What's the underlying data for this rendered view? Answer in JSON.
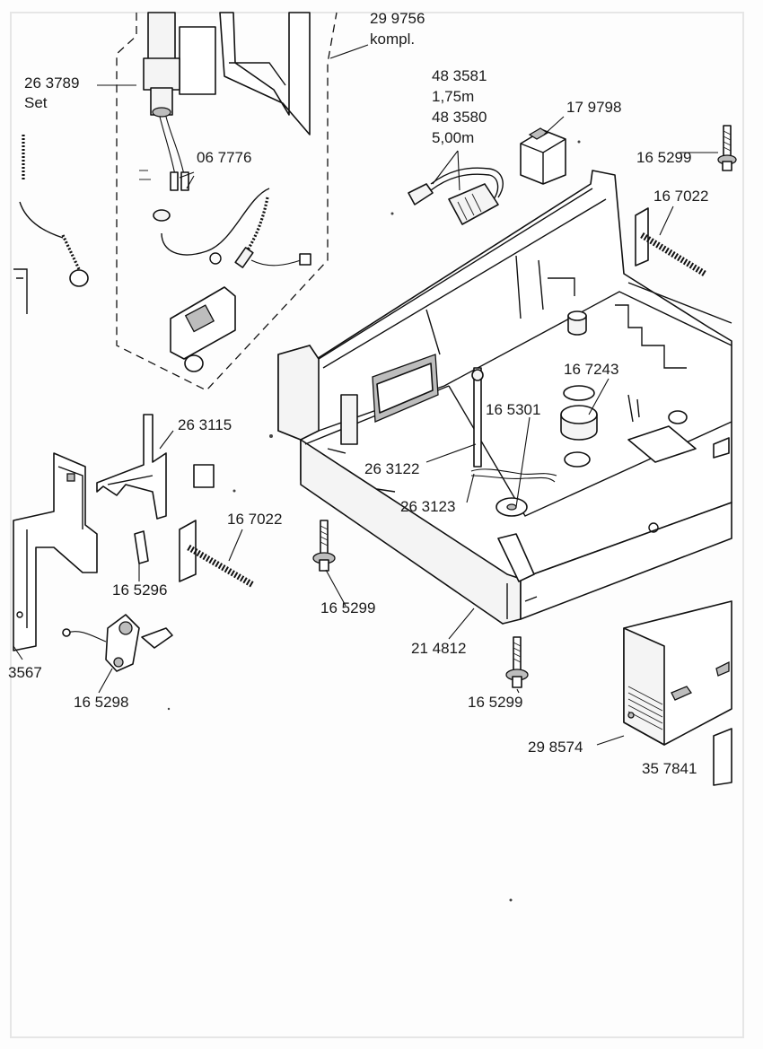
{
  "labels": {
    "l_299756": "29 9756",
    "l_kompl": "kompl.",
    "l_263789": "26 3789",
    "l_set": "Set",
    "l_483581": "48 3581",
    "l_175m": "1,75m",
    "l_483580": "48 3580",
    "l_500m": "5,00m",
    "l_179798": "17 9798",
    "l_165299_a": "16 5299",
    "l_067776": "06 7776",
    "l_167022_a": "16 7022",
    "l_167243": "16 7243",
    "l_165301": "16 5301",
    "l_263115": "26 3115",
    "l_263122": "26 3122",
    "l_263123": "26 3123",
    "l_167022_b": "16 7022",
    "l_165299_b": "16 5299",
    "l_165296": "16 5296",
    "l_214812": "21 4812",
    "l_3567": "3567",
    "l_165298": "16 5298",
    "l_165299_c": "16 5299",
    "l_298574": "29 8574",
    "l_357841": "35 7841"
  }
}
